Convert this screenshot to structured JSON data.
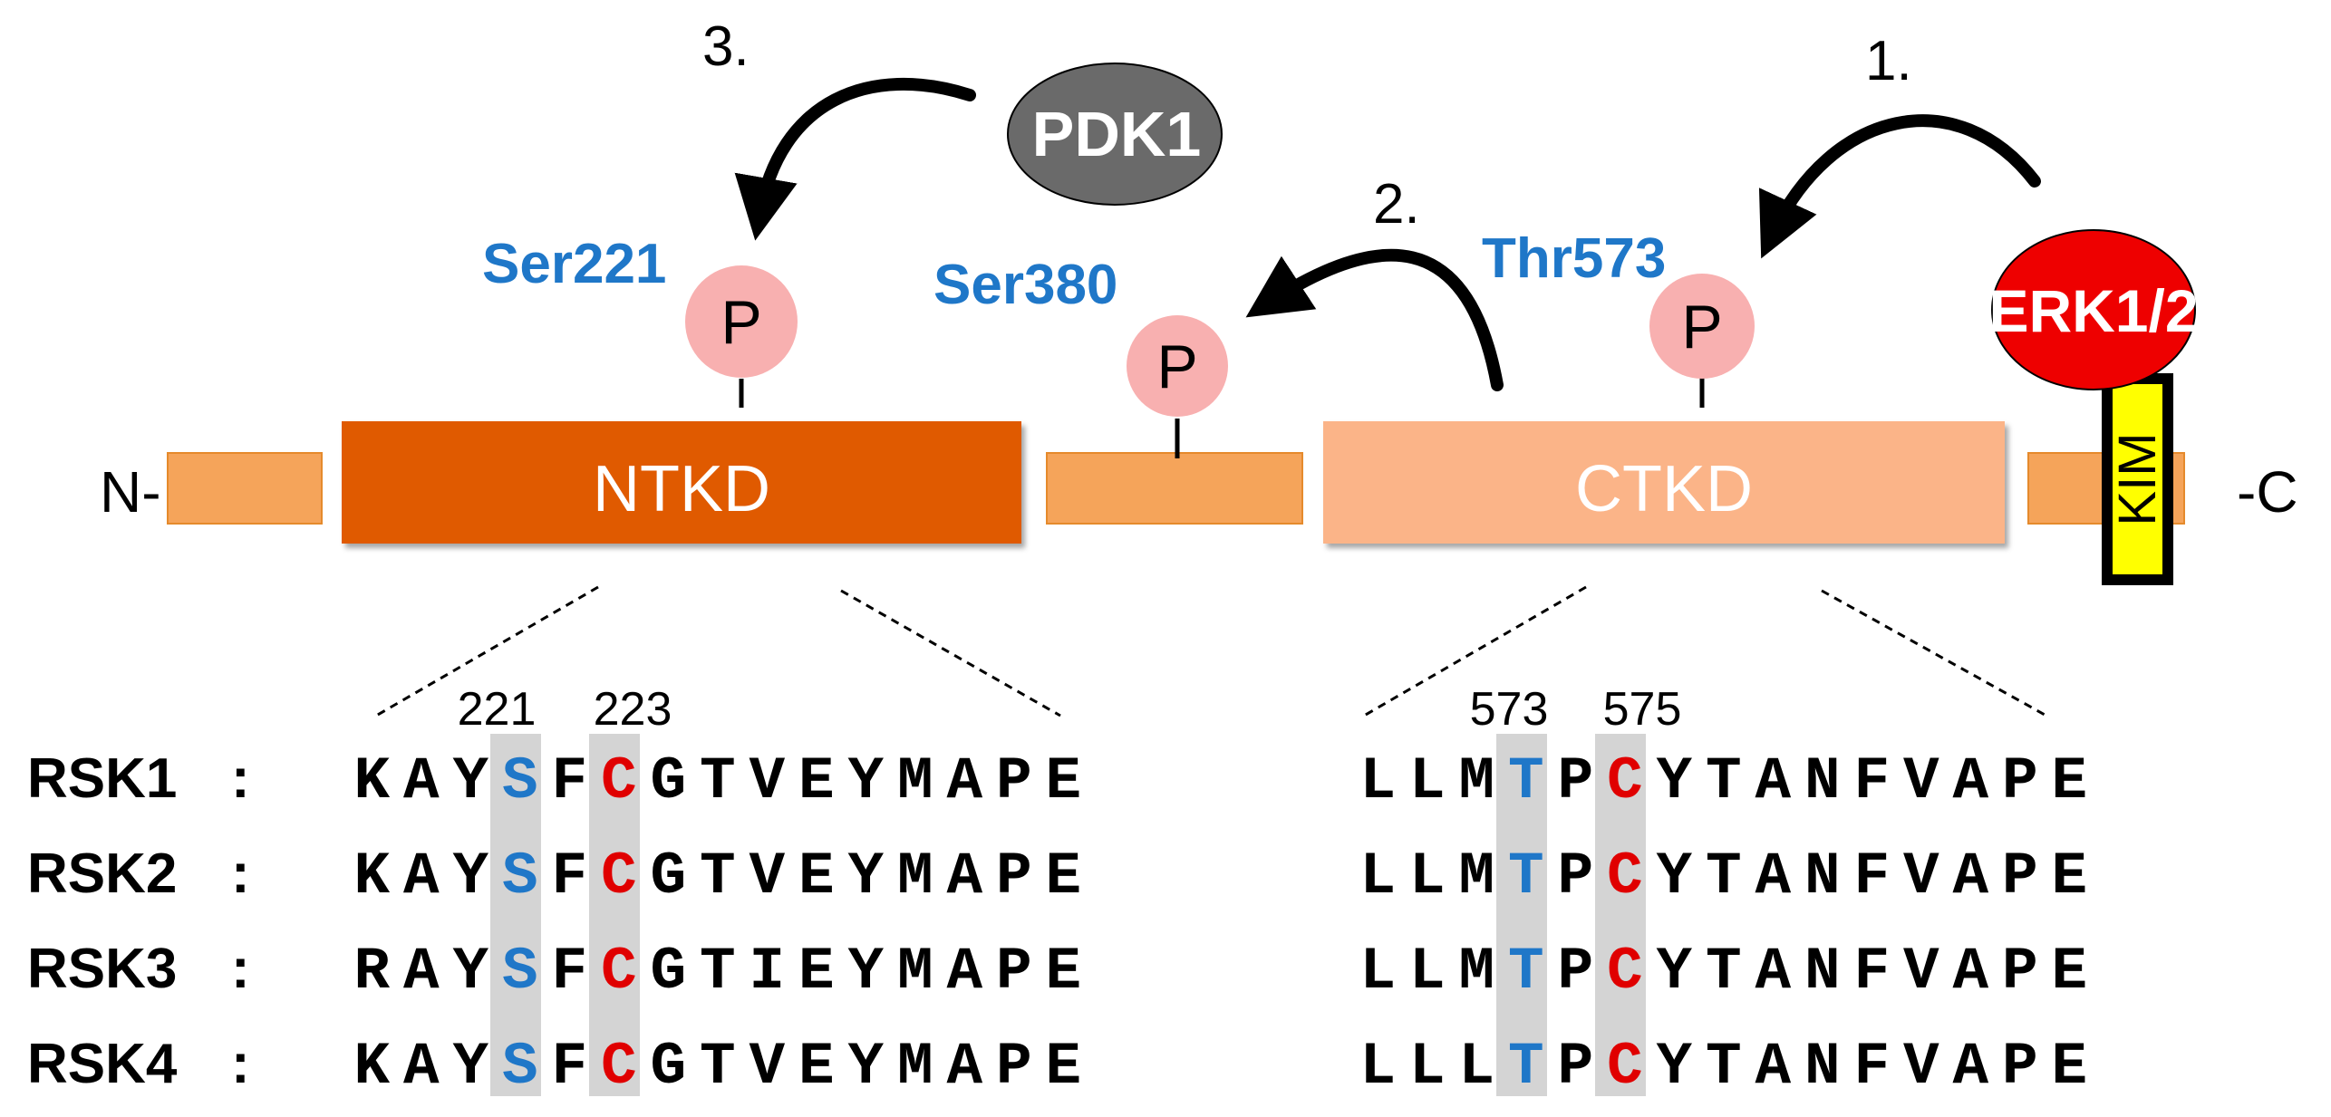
{
  "colors": {
    "ntkd": "#e05a00",
    "ctkd": "#fbb488",
    "linker": "#f5a45a",
    "linker_border": "#e58a2c",
    "pdk1": "#6a6a6a",
    "erk": "#ee0000",
    "kim": "#ffff00",
    "phospho": "#f8b0b0",
    "site_label": "#1f77c8",
    "ser_thr": "#1f77c8",
    "cys": "#e00000",
    "highlight": "#d4d4d4"
  },
  "protein": {
    "n_terminus": "N-",
    "c_terminus": "-C",
    "ntkd": "NTKD",
    "ctkd": "CTKD",
    "kim": "KIM"
  },
  "kinases": {
    "pdk1": "PDK1",
    "erk": "ERK1/2"
  },
  "steps": {
    "step1": "1.",
    "step2": "2.",
    "step3": "3."
  },
  "phospho_sites": [
    {
      "label": "Ser221",
      "marker": "P"
    },
    {
      "label": "Ser380",
      "marker": "P"
    },
    {
      "label": "Thr573",
      "marker": "P"
    }
  ],
  "alignment": {
    "positions": {
      "ntkd": [
        "221",
        "223"
      ],
      "ctkd": [
        "573",
        "575"
      ]
    },
    "rows": [
      {
        "name": "RSK1",
        "colon": ":",
        "ntkd": "KAYSFCGTVEYMAPE",
        "ctkd": "LLMTPCYTANFVAPE"
      },
      {
        "name": "RSK2",
        "colon": ":",
        "ntkd": "KAYSFCGTVEYMAPE",
        "ctkd": "LLMTPCYTANFVAPE"
      },
      {
        "name": "RSK3",
        "colon": ":",
        "ntkd": "RAYSFCGTIEYMAPE",
        "ctkd": "LLMTPCYTANFVAPE"
      },
      {
        "name": "RSK4",
        "colon": ":",
        "ntkd": "KAYSFCGTVEYMAPE",
        "ctkd": "LLLTPCYTANFVAPE"
      }
    ]
  }
}
